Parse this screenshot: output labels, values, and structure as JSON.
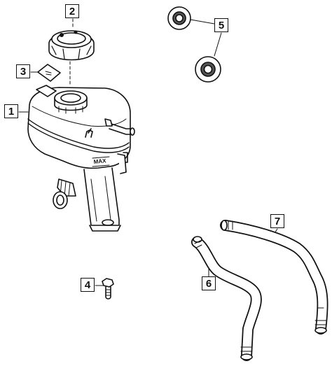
{
  "diagram": {
    "callouts": [
      "1",
      "2",
      "3",
      "4",
      "5",
      "6",
      "7"
    ],
    "tank_embossing": "MAX",
    "line_color": "#111111",
    "background": "#ffffff"
  }
}
